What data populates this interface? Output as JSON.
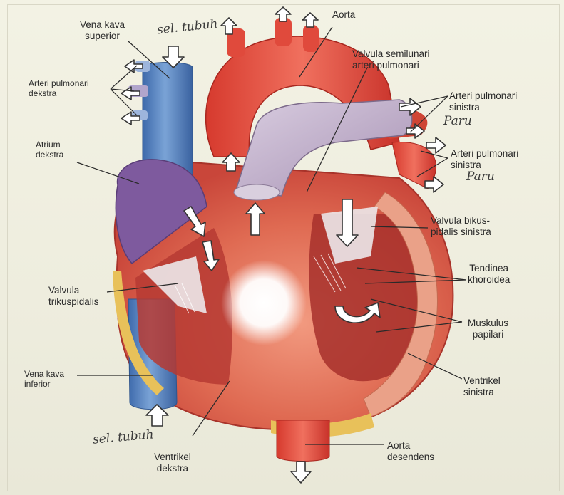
{
  "labels": {
    "vena_kava_superior": [
      "Vena kava",
      "superior"
    ],
    "aorta": "Aorta",
    "arteri_pulmonari_dekstra": [
      "Arteri pulmonari",
      "dekstra"
    ],
    "valvula_semilunari": [
      "Valvula semilunari",
      "arteri pulmonari"
    ],
    "arteri_pulmonari_sinistra_1": [
      "Arteri pulmonari",
      "sinistra"
    ],
    "arteri_pulmonari_sinistra_2": [
      "Arteri pulmonari",
      "sinistra"
    ],
    "atrium_dekstra": [
      "Atrium",
      "dekstra"
    ],
    "valvula_bikuspidalis": [
      "Valvula bikus-",
      "pidalis sinistra"
    ],
    "tendinea_khoroidea": [
      "Tendinea",
      "khoroidea"
    ],
    "valvula_trikuspidalis": [
      "Valvula",
      "trikuspidalis"
    ],
    "muskulus_papilari": [
      "Muskulus",
      "papilari"
    ],
    "vena_kava_inferior": [
      "Vena kava",
      "inferior"
    ],
    "ventrikel_sinistra": [
      "Ventrikel",
      "sinistra"
    ],
    "aorta_desendens": [
      "Aorta",
      "desendens"
    ],
    "ventrikel_dekstra": [
      "Ventrikel",
      "dekstra"
    ]
  },
  "handwriting": {
    "sel_tubuh_top": "sel. tubuh",
    "paru_1": "Paru",
    "paru_2": "Paru",
    "sel_tubuh_bottom": "sel. tubuh"
  },
  "colors": {
    "paper": "#f1f0e2",
    "aorta_red": "#e2473a",
    "vein_blue": "#4f7fc0",
    "atrium_purple": "#7e5a9e",
    "pulmonary_lilac": "#b9a6c4",
    "fat_yellow": "#e8c15a",
    "muscle": "#c8453a"
  }
}
